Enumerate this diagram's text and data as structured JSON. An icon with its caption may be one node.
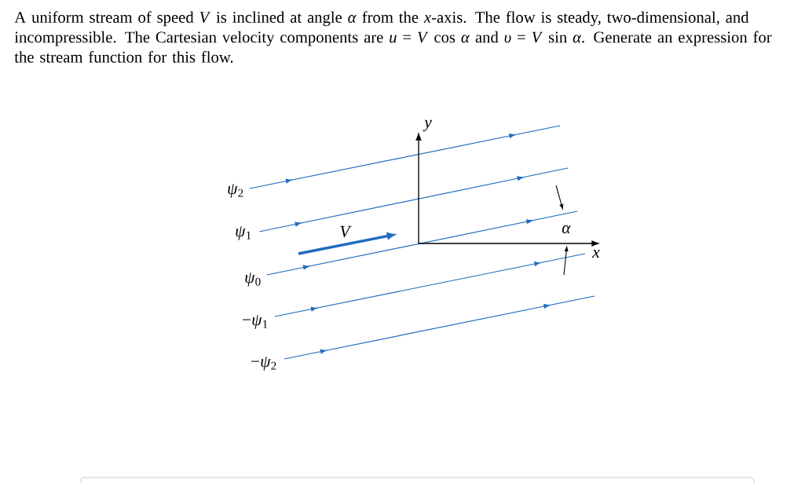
{
  "diagram": {
    "title": "A uniform stream of speed *V* is inclined at angle *α* from the *x*-axis. The flow is steady, two-dimensional, and incompressible. The Cartesian velocity components are *u* = *V* cos *α* and *υ* = *V* sin *α*. Generate an expression for the stream function for this flow.",
    "labels": [
      "*y*",
      "*ψ*$_{2}$",
      "*ψ*$_{1}$",
      "*V*",
      "*α*",
      "*x*",
      "*ψ*$_{0}$",
      "−*ψ*$_{1}$",
      "−*ψ*$_{2}$"
    ]
  }
}
